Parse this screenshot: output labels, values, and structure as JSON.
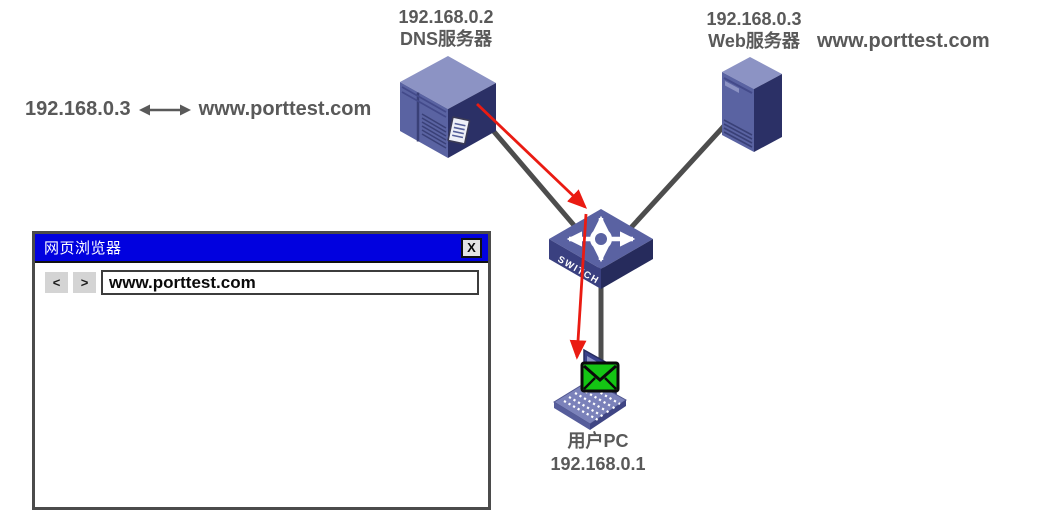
{
  "colors": {
    "label_text": "#595959",
    "titlebar_blue": "#0101df",
    "arrow_red": "#ea1b12",
    "envelope_green": "#14c514",
    "cable_gray": "#4d4d4d",
    "device_indigo": "#5a63a2",
    "device_indigo_dark": "#2b3066",
    "device_indigo_light": "#8c93c4"
  },
  "topology": {
    "dns_server": {
      "ip": "192.168.0.2",
      "name": "DNS服务器"
    },
    "web_server": {
      "ip": "192.168.0.3",
      "name": "Web服务器",
      "domain": "www.porttest.com"
    },
    "mapping": {
      "ip": "192.168.0.3",
      "arrow": "↔",
      "domain": "www.porttest.com"
    },
    "switch": {
      "name": "SWITCH"
    },
    "user_pc": {
      "name": "用户PC",
      "ip": "192.168.0.1"
    }
  },
  "browser": {
    "title": "网页浏览器",
    "close_button": "X",
    "back_button": "<",
    "forward_button": ">",
    "address": "www.porttest.com"
  }
}
